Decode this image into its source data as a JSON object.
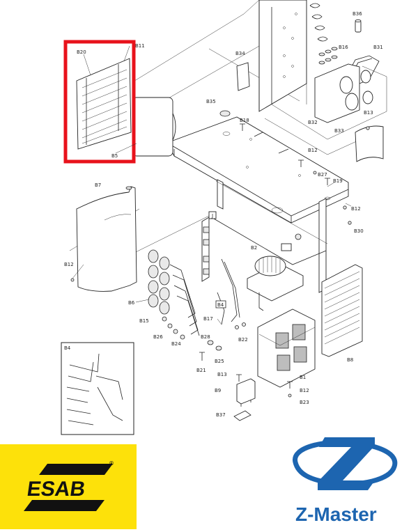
{
  "diagram": {
    "labels": {
      "B36": "B36",
      "B31": "B31",
      "B16": "B16",
      "B34": "B34",
      "B20": "B20",
      "B11": "B11",
      "B35": "B35",
      "B18": "B18",
      "B32": "B32",
      "B13a": "B13",
      "B33": "B33",
      "B5": "B5",
      "B12a": "B12",
      "B27": "B27",
      "B19": "B19",
      "B7": "B7",
      "B12b": "B12",
      "J": "J",
      "B30": "B30",
      "B2": "B2",
      "B12c": "B12",
      "B6": "B6",
      "B4a": "B4",
      "B15": "B15",
      "B17": "B17",
      "B26": "B26",
      "B24": "B24",
      "B28": "B28",
      "B22": "B22",
      "B25": "B25",
      "B21": "B21",
      "B13b": "B13",
      "B1": "B1",
      "B8": "B8",
      "B9": "B9",
      "B12d": "B12",
      "B23": "B23",
      "B37": "B37",
      "B4b": "B4"
    },
    "highlight_color": "#e8121b"
  },
  "branding": {
    "esab": {
      "text": "ESAB",
      "mark": "®",
      "bg": "#fde10a"
    },
    "zmaster": {
      "text": "Z-Master",
      "color": "#1d65b0"
    }
  }
}
